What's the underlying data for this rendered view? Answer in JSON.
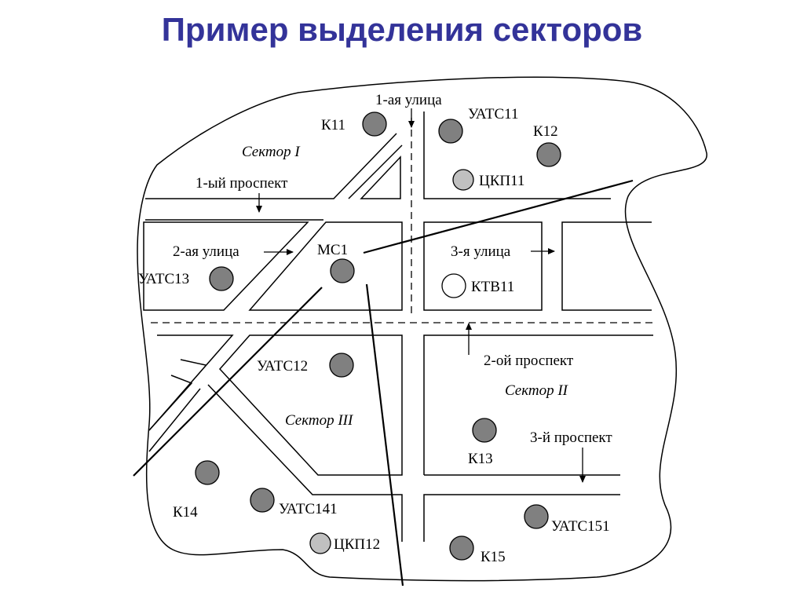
{
  "title": "Пример выделения секторов",
  "streets": {
    "street1": "1-ая улица",
    "avenue1": "1-ый проспект",
    "street2": "2-ая улица",
    "street3": "3-я улица",
    "avenue2": "2-ой проспект",
    "avenue3": "3-й проспект"
  },
  "sectors": {
    "s1": "Сектор I",
    "s2": "Сектор II",
    "s3": "Сектор III"
  },
  "nodes": {
    "k11": "К11",
    "uats11": "УАТС11",
    "k12": "К12",
    "ckp11": "ЦКП11",
    "mc1": "МС1",
    "uats13": "УАТС13",
    "ktv11": "КТВ11",
    "uats12": "УАТС12",
    "k13": "К13",
    "k14": "К14",
    "uats141": "УАТС141",
    "ckp12": "ЦКП12",
    "uats151": "УАТС151",
    "k15": "К15"
  },
  "colors": {
    "title": "#333399",
    "node_dark": "#808080",
    "node_light": "#c0c0c0",
    "node_empty": "#ffffff"
  }
}
